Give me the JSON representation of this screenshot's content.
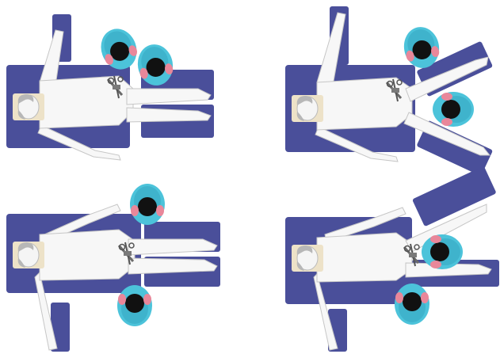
{
  "figure": {
    "panels": [
      {
        "id": "panel-top-left",
        "layout": "legs-together-arm-up",
        "surgeon_count": 2
      },
      {
        "id": "panel-top-right",
        "layout": "legs-split-arm-up",
        "surgeon_count": 2
      },
      {
        "id": "panel-bottom-left",
        "layout": "legs-together-arm-down",
        "surgeon_count": 2
      },
      {
        "id": "panel-bottom-right",
        "layout": "legs-split-arm-down",
        "surgeon_count": 2
      }
    ]
  },
  "colors": {
    "table": "#4a4f9a",
    "pillow": "#ede2c8",
    "body": "#f7f7f7",
    "body_outline": "#c6c6c6",
    "hair": "#b7b7b7",
    "surgeon_gown": "#4cc3da",
    "surgeon_head": "#111111",
    "surgeon_hands": "#e9879a",
    "instrument": "#6a6a6a",
    "background": "#ffffff"
  }
}
